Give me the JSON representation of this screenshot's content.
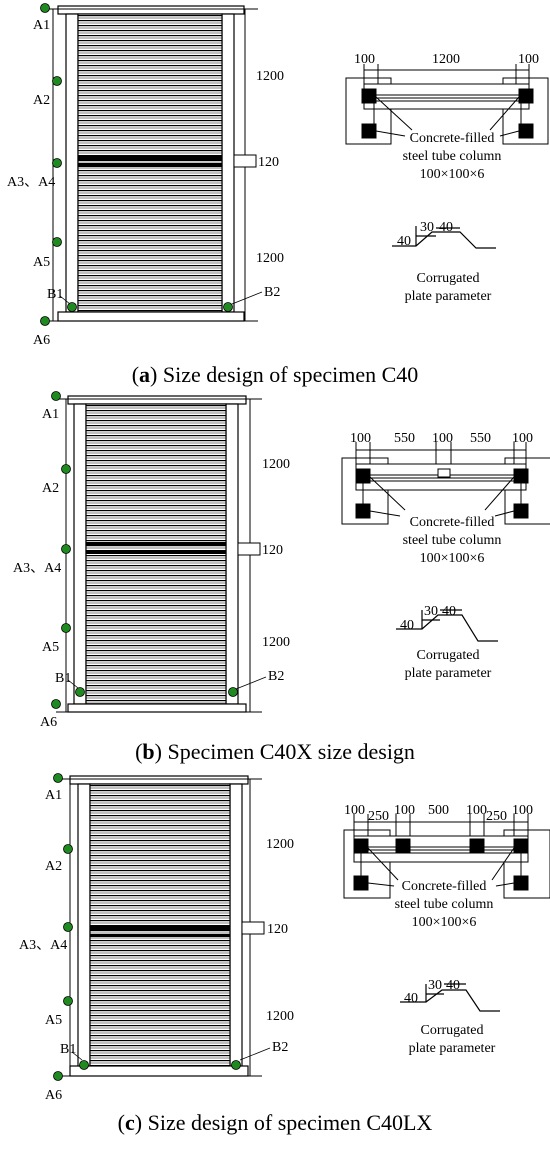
{
  "panels": [
    {
      "caption_letter": "a",
      "caption_text": "Size design of specimen C40",
      "points": [
        "A1",
        "A2",
        "A3、A4",
        "A5",
        "A6",
        "B1",
        "B2"
      ],
      "dims_vertical": [
        "1200",
        "120",
        "1200"
      ],
      "top_dims": [
        "100",
        "1200",
        "100"
      ],
      "column_label_1": "Concrete-filled",
      "column_label_2": "steel tube column",
      "column_label_3": "100×100×6",
      "corr_dims": [
        "40",
        "30",
        "40"
      ],
      "corr_label_1": "Corrugated",
      "corr_label_2": "plate parameter"
    },
    {
      "caption_letter": "b",
      "caption_text": "Specimen C40X size design",
      "points": [
        "A1",
        "A2",
        "A3、A4",
        "A5",
        "A6",
        "B1",
        "B2"
      ],
      "dims_vertical": [
        "1200",
        "120",
        "1200"
      ],
      "top_dims": [
        "100",
        "550",
        "100",
        "550",
        "100"
      ],
      "column_label_1": "Concrete-filled",
      "column_label_2": "steel tube column",
      "column_label_3": "100×100×6",
      "corr_dims": [
        "40",
        "30",
        "40"
      ],
      "corr_label_1": "Corrugated",
      "corr_label_2": "plate parameter"
    },
    {
      "caption_letter": "c",
      "caption_text": "Size design of specimen C40LX",
      "points": [
        "A1",
        "A2",
        "A3、A4",
        "A5",
        "A6",
        "B1",
        "B2"
      ],
      "dims_vertical": [
        "1200",
        "120",
        "1200"
      ],
      "top_dims": [
        "100",
        "250",
        "100",
        "500",
        "100",
        "250",
        "100"
      ],
      "column_label_1": "Concrete-filled",
      "column_label_2": "steel tube column",
      "column_label_3": "100×100×6",
      "corr_dims": [
        "40",
        "30",
        "40"
      ],
      "corr_label_1": "Corrugated",
      "corr_label_2": "plate parameter"
    }
  ],
  "colors": {
    "point_fill": "#1f8a1f",
    "line": "#000000"
  }
}
